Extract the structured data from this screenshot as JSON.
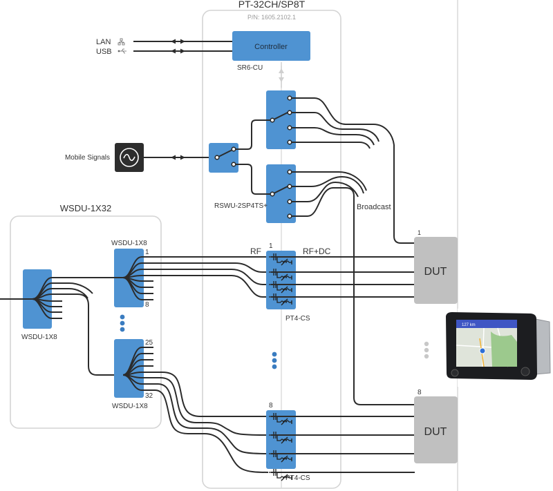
{
  "diagram": {
    "title": "PT-32CH/SP8T",
    "part_number": "P/N: 1605.2102.1",
    "colors": {
      "module_blue": "#4f93d2",
      "dut_grey": "#c0c0c0",
      "frame_grey": "#d4d4d4",
      "wire": "#2b2b2b",
      "signal_box": "#2d2d2d"
    },
    "interfaces": [
      {
        "label": "LAN",
        "icon": "network-icon"
      },
      {
        "label": "USB",
        "icon": "usb-icon"
      }
    ],
    "controller": {
      "label": "Controller",
      "model": "SR6-CU"
    },
    "mobile_signals": {
      "label": "Mobile Signals",
      "icon": "sine-wave-icon"
    },
    "switch_module": {
      "model": "RSWU-2SP4TS+"
    },
    "broadcast": {
      "label": "Broadcast"
    },
    "splitter_group": {
      "title": "WSDU-1X32",
      "input_splitter": {
        "model": "WSDU-1X8"
      },
      "upper_splitter": {
        "model": "WSDU-1X8",
        "first_port": "1",
        "last_port": "8"
      },
      "lower_splitter": {
        "model": "WSDU-1X8",
        "first_port": "25",
        "last_port": "32"
      }
    },
    "path_labels": {
      "rf": "RF",
      "rf_dc": "RF+DC"
    },
    "bias_tees": [
      {
        "model": "PT4-CS",
        "index": "1"
      },
      {
        "model": "PT4-CS",
        "index": "8"
      }
    ],
    "duts": [
      {
        "label": "DUT",
        "index": "1"
      },
      {
        "label": "DUT",
        "index": "8"
      }
    ],
    "device_image": {
      "description": "Car infotainment head unit with navigation screen",
      "screen_text": "127 km"
    }
  }
}
